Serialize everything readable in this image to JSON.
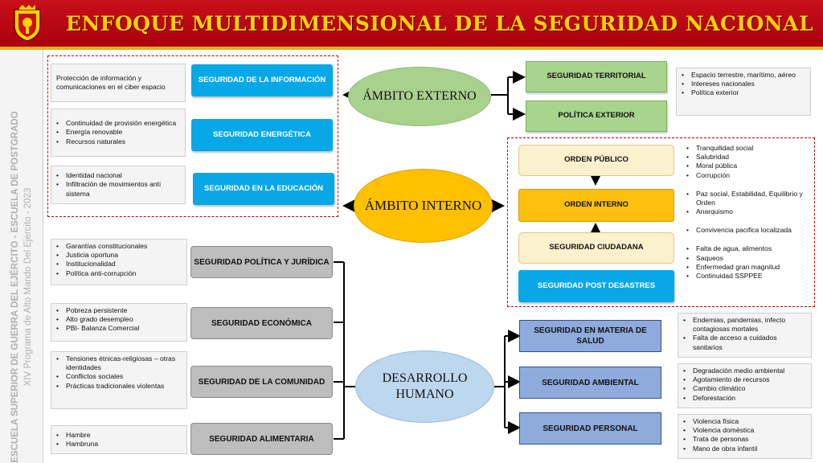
{
  "header": {
    "title": "ENFOQUE MULTIDIMENSIONAL DE LA SEGURIDAD NACIONAL"
  },
  "sidebar": {
    "line1": "ESCUELA SUPERIOR DE GUERRA DEL EJÉRCITO - ESCUELA DE POSTGRADO",
    "line2": "XIV Programa de Alto Mando Del Ejercito - 2023"
  },
  "externo": {
    "label": "ÁMBITO EXTERNO",
    "boxes": [
      "SEGURIDAD  TERRITORIAL",
      "POLÍTICA EXTERIOR"
    ],
    "notes": [
      "Espacio terrestre, marítimo, aéreo",
      "Intereses nacionales",
      "Política exterior"
    ]
  },
  "left_top": {
    "boxes": [
      "SEGURIDAD  DE LA INFORMACIÓN",
      "SEGURIDAD ENERGÉTICA",
      "SEGURIDAD  EN LA EDUCACIÓN"
    ],
    "note_info": "Protección de información y comunicaciones  en el ciber espacio",
    "note_energy": [
      "Continuidad de provisión energética",
      "Energía renovable",
      "Recursos naturales"
    ],
    "note_edu": [
      "Identidad nacional",
      "Infiltración de movimientos anti sistema"
    ]
  },
  "interno": {
    "label": "ÁMBITO INTERNO",
    "boxes": [
      "ORDEN PÚBLICO",
      "ORDEN INTERNO",
      "SEGURIDAD CIUDADANA",
      "SEGURIDAD POST DESASTRES"
    ],
    "notes_a": [
      "Tranquilidad  social",
      "Salubridad",
      "Moral pública",
      "Corrupción"
    ],
    "notes_b": [
      "Paz social,  Estabilidad, Equilibrio  y Orden",
      "Anarquismo"
    ],
    "notes_c": [
      "Convivencia pacifica  localizada"
    ],
    "notes_d": [
      "Falta de agua, alimentos",
      "Saqueos",
      "Enfermedad  gran magnitud",
      "Continuidad  SSPPEE"
    ]
  },
  "desarrollo": {
    "label": "DESARROLLO HUMANO",
    "left_boxes": [
      "SEGURIDAD POLÍTICA Y JURÍDICA",
      "SEGURIDAD ECONÓMICA",
      "SEGURIDAD DE LA COMUNIDAD",
      "SEGURIDAD ALIMENTARIA"
    ],
    "left_notes": [
      [
        "Garantías constitucionales",
        "Justicia oportuna",
        "Institucionalidad",
        "Política anti-corrupción"
      ],
      [
        "Pobreza persistente",
        "Alto grado desempleo",
        "PBI-  Balanza  Comercial"
      ],
      [
        "Tensiones étnicas-religiosas  – otras identidades",
        "Conflictos sociales",
        "Prácticas tradicionales violentas"
      ],
      [
        "Hambre",
        "Hambruna"
      ]
    ],
    "right_boxes": [
      "SEGURIDAD EN MATERIA DE SALUD",
      "SEGURIDAD AMBIENTAL",
      "SEGURIDAD PERSONAL"
    ],
    "right_notes": [
      [
        "Endemias, pandemias, infecto contagiosas  mortales",
        "Falta de acceso  a cuidados sanitarios"
      ],
      [
        "Degradación medio ambiental",
        "Agotamiento de recursos",
        "Cambio climático",
        "Deforestación"
      ],
      [
        "Violencia física",
        "Violencia doméstica",
        "Trata de personas",
        "Mano de obra infantil"
      ]
    ]
  },
  "colors": {
    "header_red": "#b3000e",
    "title_yellow": "#ffd200",
    "blue_box": "#08a8e6",
    "green": "#a9d18e",
    "orange": "#ffc000",
    "periwinkle": "#8faadc",
    "gray_box": "#bdbdbd",
    "dashed_border": "#c00000"
  }
}
